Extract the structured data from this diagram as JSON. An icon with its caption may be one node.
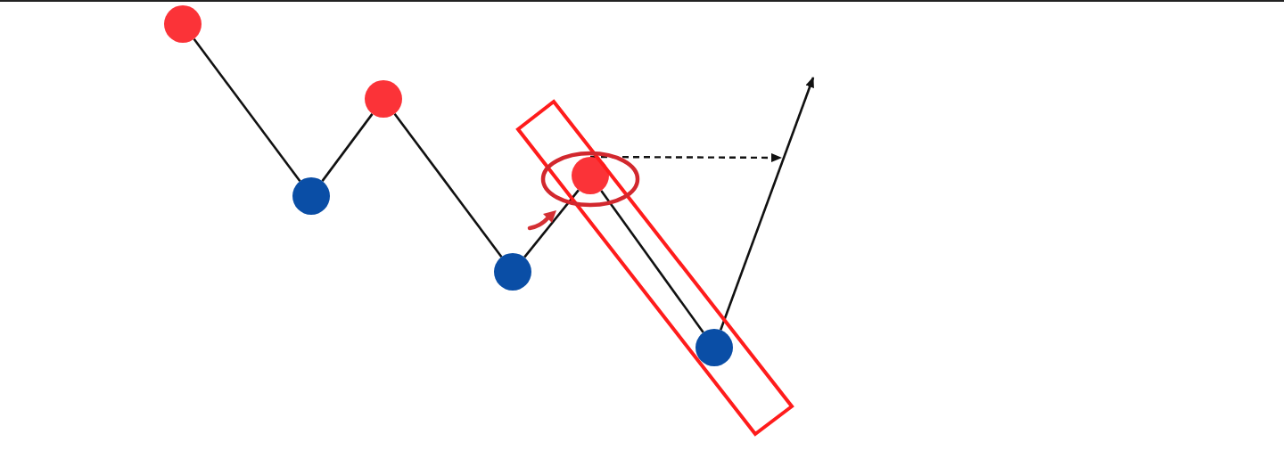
{
  "diagram": {
    "nodes": [
      {
        "text": [],
        "shape": "circle"
      },
      {
        "text": [],
        "shape": "circle"
      },
      {
        "text": [],
        "shape": "circle"
      },
      {
        "text": [],
        "shape": "circle"
      },
      {
        "text": [],
        "shape": "circle"
      },
      {
        "text": [],
        "shape": "circle"
      }
    ],
    "edges": [
      {
        "from": 0,
        "to": 1,
        "arrow": "none"
      },
      {
        "from": 1,
        "to": 2,
        "arrow": "none"
      },
      {
        "from": 2,
        "to": 3,
        "arrow": "none"
      },
      {
        "from": 3,
        "to": 4,
        "arrow": "none"
      },
      {
        "from": 4,
        "to": 5,
        "arrow": "none"
      },
      {
        "from": 5,
        "to": null,
        "arrow": "to"
      },
      {
        "from": 4,
        "to": null,
        "arrow": "to",
        "style": "dashed"
      }
    ]
  }
}
